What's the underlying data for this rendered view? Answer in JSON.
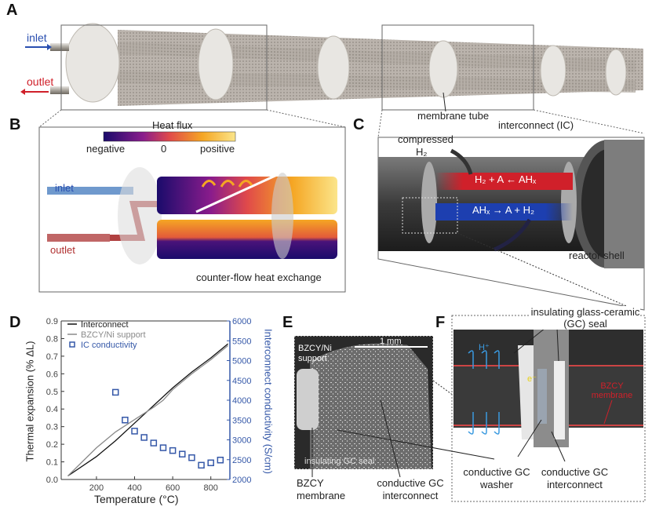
{
  "panels": {
    "a": {
      "letter": "A",
      "inlet": "inlet",
      "outlet": "outlet",
      "membrane_tube": "membrane tube"
    },
    "b": {
      "letter": "B",
      "colorbar_title": "Heat flux",
      "neg": "negative",
      "zero": "0",
      "pos": "positive",
      "inlet": "inlet",
      "outlet": "outlet",
      "caption": "counter-flow heat exchange"
    },
    "c": {
      "letter": "C",
      "compressed": "compressed",
      "h2": "H₂",
      "interconnect": "interconnect (IC)",
      "reactor_shell": "reactor shell",
      "reaction_top": "H₂ + A ← AHₓ",
      "reaction_bottom": "AHₓ → A + H₂"
    },
    "d": {
      "letter": "D"
    },
    "e": {
      "letter": "E",
      "support": "BZCY/Ni support",
      "scale": "1 mm",
      "seal": "insulating GC seal",
      "membrane": "BZCY membrane",
      "interconnect": "conductive GC interconnect"
    },
    "f": {
      "letter": "F",
      "seal": "insulating glass-ceramic (GC) seal",
      "hplus": "H⁺",
      "eminus": "e⁻",
      "bzcy": "BZCY membrane",
      "washer": "conductive GC washer",
      "interconnect": "conductive GC interconnect"
    }
  },
  "colors": {
    "red": "#d0202a",
    "blue": "#2a4fb0",
    "conductivity": "#3558a8",
    "hotcold": [
      "#1a0b6b",
      "#8a1c8c",
      "#e04a4a",
      "#f5a623",
      "#fbe58a"
    ]
  },
  "chart_data": {
    "type": "line",
    "xlabel": "Temperature (°C)",
    "ylabel": "Thermal expansion (% ΔL)",
    "y2label": "Interconnect conductivity (S/cm)",
    "xlim": [
      15,
      900
    ],
    "ylim": [
      0,
      0.9
    ],
    "y2lim": [
      2000,
      6000
    ],
    "xticks": [
      200,
      400,
      600,
      800
    ],
    "yticks": [
      "0.0",
      "0.1",
      "0.2",
      "0.3",
      "0.4",
      "0.5",
      "0.6",
      "0.7",
      "0.8",
      "0.9"
    ],
    "y2ticks": [
      "2000",
      "2500",
      "3000",
      "3500",
      "4000",
      "4500",
      "5000",
      "5500",
      "6000"
    ],
    "legend_position": "top-left",
    "series": [
      {
        "name": "Interconnect",
        "axis": "left",
        "color": "#111111",
        "x": [
          50,
          200,
          300,
          400,
          500,
          600,
          700,
          800,
          890
        ],
        "y": [
          0.02,
          0.13,
          0.22,
          0.32,
          0.42,
          0.52,
          0.61,
          0.69,
          0.77
        ]
      },
      {
        "name": "BZCY/Ni support",
        "axis": "left",
        "color": "#8a8a8a",
        "x": [
          50,
          200,
          300,
          400,
          500,
          550,
          600,
          700,
          800,
          890
        ],
        "y": [
          0.02,
          0.18,
          0.27,
          0.34,
          0.41,
          0.45,
          0.51,
          0.6,
          0.68,
          0.76
        ]
      },
      {
        "name": "IC conductivity",
        "axis": "right",
        "type": "scatter",
        "color": "#3558a8",
        "x": [
          300,
          350,
          400,
          450,
          500,
          550,
          600,
          650,
          700,
          750,
          800,
          850
        ],
        "y": [
          4200,
          3500,
          3220,
          3060,
          2920,
          2800,
          2730,
          2640,
          2550,
          2360,
          2420,
          2490
        ]
      }
    ]
  }
}
